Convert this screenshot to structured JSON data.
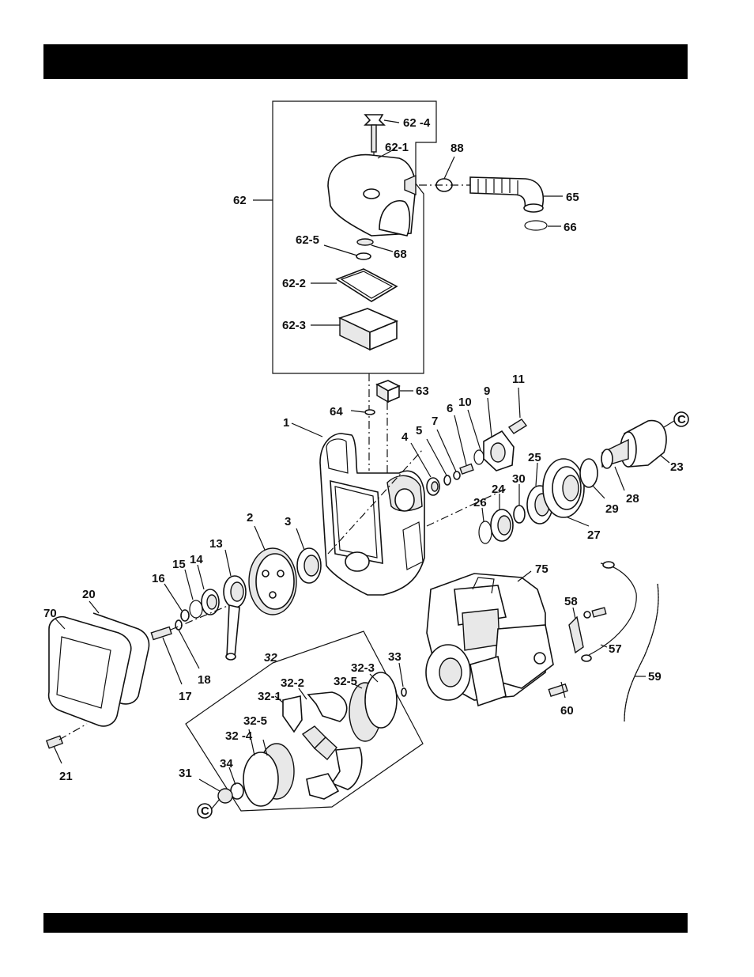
{
  "header": {
    "title": ""
  },
  "footer": {
    "text": ""
  },
  "callouts": {
    "c1": "1",
    "c2": "2",
    "c3": "3",
    "c4": "4",
    "c5": "5",
    "c6": "6",
    "c7": "7",
    "c9": "9",
    "c10": "10",
    "c11": "11",
    "c13": "13",
    "c14": "14",
    "c15": "15",
    "c16": "16",
    "c17": "17",
    "c18": "18",
    "c20": "20",
    "c21": "21",
    "c23": "23",
    "c24": "24",
    "c25": "25",
    "c26": "26",
    "c27": "27",
    "c28": "28",
    "c29": "29",
    "c30": "30",
    "c31": "31",
    "c32": "32",
    "c32_1": "32-1",
    "c32_2": "32-2",
    "c32_3": "32-3",
    "c32_4": "32 -4",
    "c32_5a": "32-5",
    "c32_5b": "32-5",
    "c33": "33",
    "c34": "34",
    "c57": "57",
    "c58": "58",
    "c59": "59",
    "c60": "60",
    "c62": "62",
    "c62_1": "62-1",
    "c62_2": "62-2",
    "c62_3": "62-3",
    "c62_4": "62 -4",
    "c62_5": "62-5",
    "c63": "63",
    "c64": "64",
    "c65": "65",
    "c66": "66",
    "c68": "68",
    "c70": "70",
    "c75": "75",
    "c88": "88",
    "ref_c_top": "C",
    "ref_c_bottom": "C"
  }
}
